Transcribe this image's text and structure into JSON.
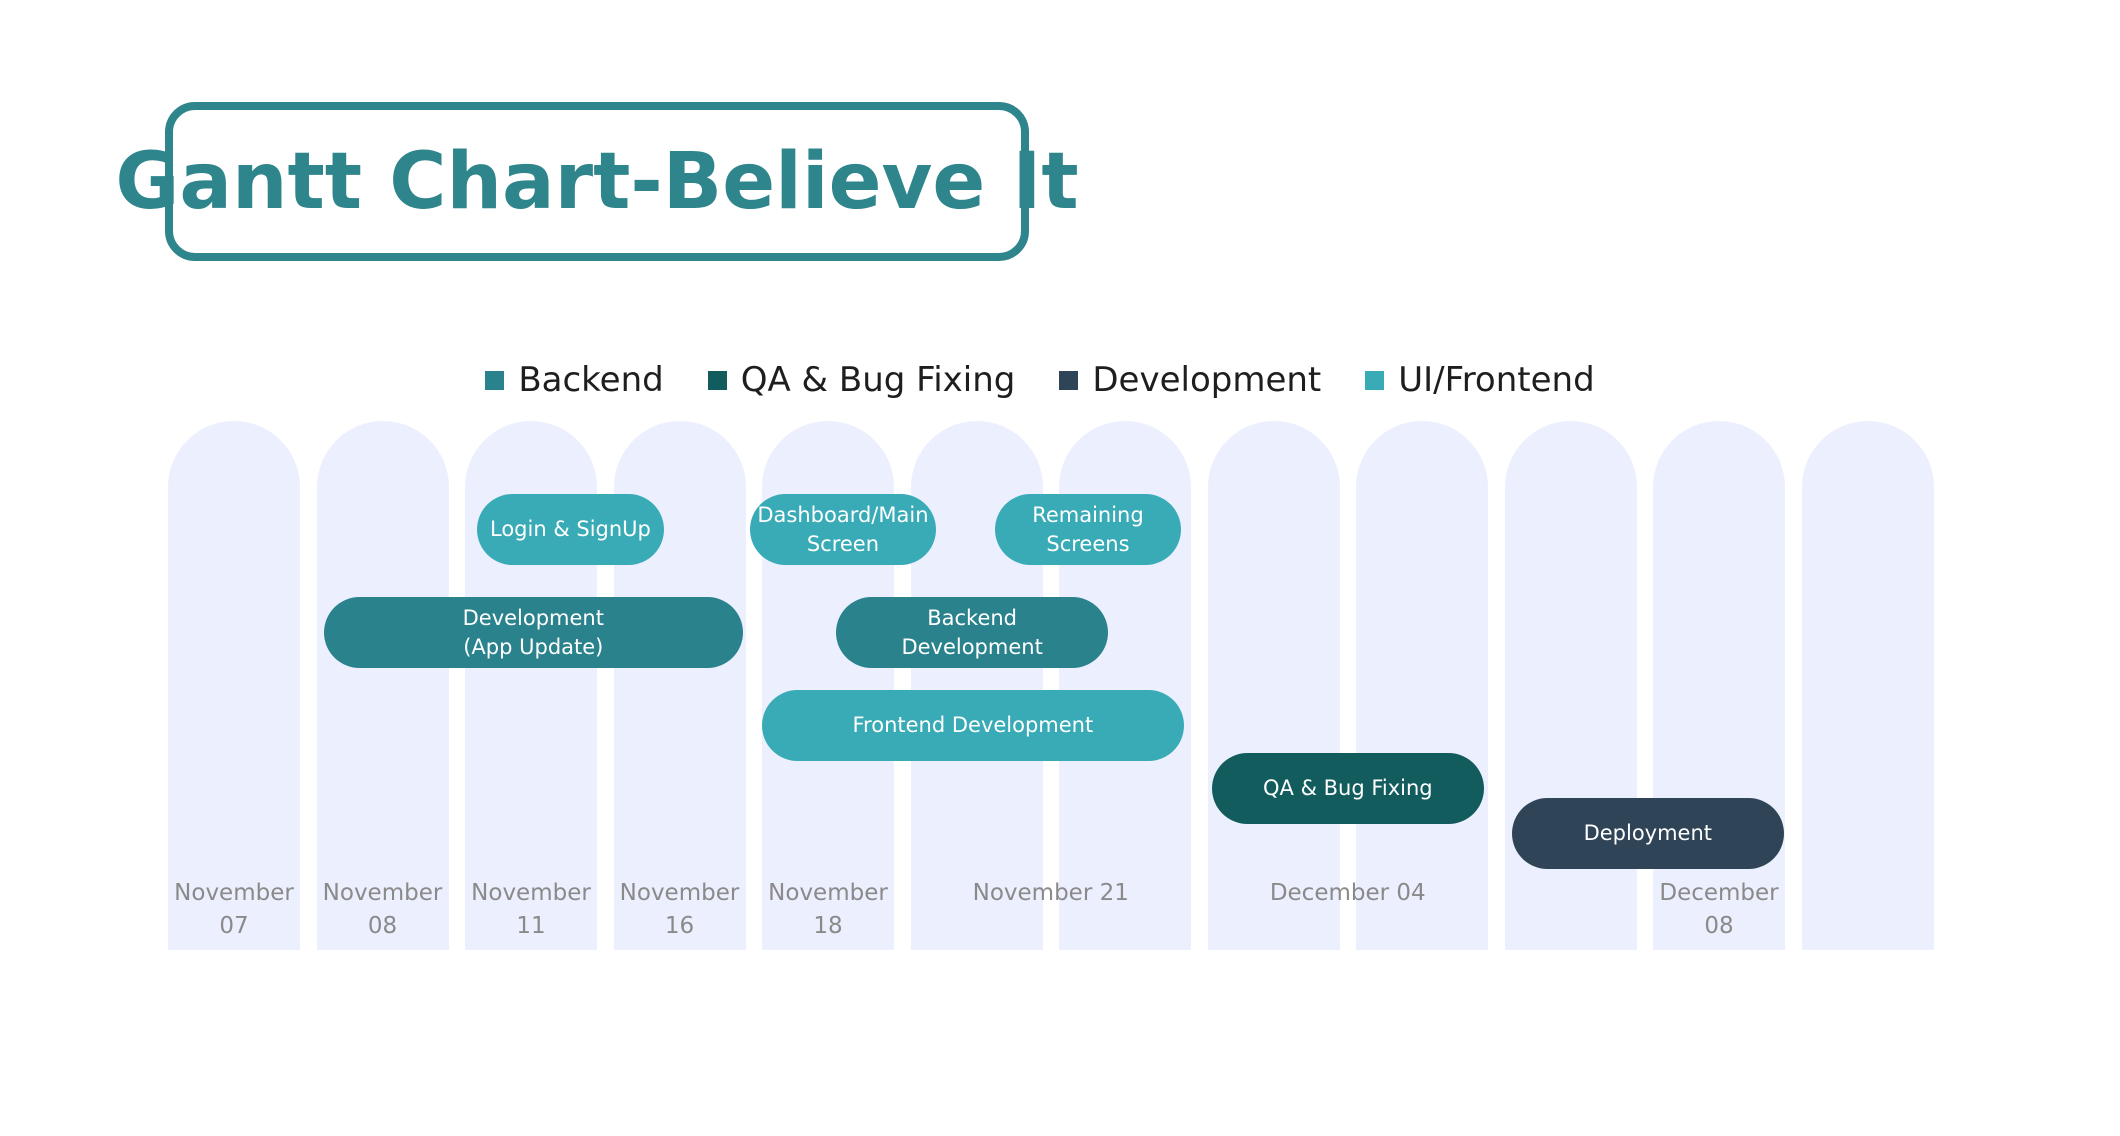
{
  "chart_data": {
    "type": "gantt",
    "title": "Gantt Chart-Believe It",
    "legend": [
      {
        "name": "Backend",
        "color": "#2a828c"
      },
      {
        "name": "QA & Bug Fixing",
        "color": "#135c5e"
      },
      {
        "name": "Development",
        "color": "#2f4457"
      },
      {
        "name": "UI/Frontend",
        "color": "#38abb6"
      }
    ],
    "columns": 12,
    "timeline_labels": [
      {
        "text": "November\n07",
        "col_start": 0,
        "col_end": 0
      },
      {
        "text": "November\n08",
        "col_start": 1,
        "col_end": 1
      },
      {
        "text": "November\n11",
        "col_start": 2,
        "col_end": 2
      },
      {
        "text": "November\n16",
        "col_start": 3,
        "col_end": 3
      },
      {
        "text": "November\n18",
        "col_start": 4,
        "col_end": 4
      },
      {
        "text": "November 21",
        "col_start": 5,
        "col_end": 6
      },
      {
        "text": "December 04",
        "col_start": 7,
        "col_end": 8
      },
      {
        "text": "December\n08",
        "col_start": 10,
        "col_end": 10
      }
    ],
    "tasks": [
      {
        "label": "Login & SignUp",
        "color": "#38abb6",
        "start": 2.08,
        "end": 3.34,
        "row": 0
      },
      {
        "label": "Dashboard/Main\nScreen",
        "color": "#38abb6",
        "start": 3.92,
        "end": 5.17,
        "row": 0
      },
      {
        "label": "Remaining Screens",
        "color": "#38abb6",
        "start": 5.57,
        "end": 6.82,
        "row": 0
      },
      {
        "label": "Development\n(App Update)",
        "color": "#2a828c",
        "start": 1.05,
        "end": 3.87,
        "row": 1
      },
      {
        "label": "Backend\nDevelopment",
        "color": "#2a828c",
        "start": 4.5,
        "end": 6.33,
        "row": 1
      },
      {
        "label": "Frontend Development",
        "color": "#38abb6",
        "start": 4.0,
        "end": 6.84,
        "row": 2
      },
      {
        "label": "QA & Bug Fixing",
        "color": "#135c5e",
        "start": 7.03,
        "end": 8.86,
        "row": 3
      },
      {
        "label": "Deployment",
        "color": "#2f4457",
        "start": 9.05,
        "end": 10.88,
        "row": 4
      }
    ]
  }
}
